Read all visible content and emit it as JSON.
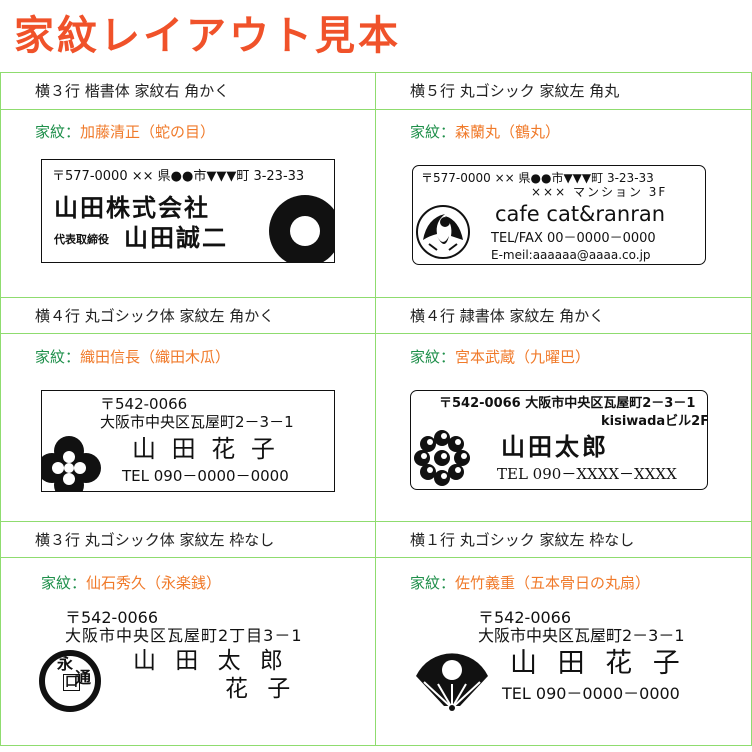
{
  "page_title": "家紋レイアウト見本",
  "cells": [
    {
      "header": "横３行 楷書体 家紋右 角かく",
      "label_key": "家紋：",
      "label_value": "加藤清正（蛇の目）",
      "lines": [
        "〒577-0000 ×× 県●●市▼▼▼町 3-23-33",
        "山田株式会社",
        "代表取締役",
        "山田誠二"
      ]
    },
    {
      "header": "横５行 丸ゴシック 家紋左 角丸",
      "label_key": "家紋：",
      "label_value": "森蘭丸（鶴丸）",
      "lines": [
        "〒577-0000 ×× 県●●市▼▼▼町 3-23-33",
        "××× マンション 3F",
        "cafe cat&ranran",
        "TEL/FAX 00－0000－0000",
        "E-meil:aaaaaa@aaaa.co.jp"
      ]
    },
    {
      "header": "横４行 丸ゴシック体 家紋左 角かく",
      "label_key": "家紋：",
      "label_value": "織田信長（織田木瓜）",
      "lines": [
        "〒542-0066",
        "大阪市中央区瓦屋町2－3－1",
        "山 田 花 子",
        "TEL 090－0000－0000"
      ]
    },
    {
      "header": "横４行 隷書体 家紋左 角かく",
      "label_key": "家紋：",
      "label_value": "宮本武蔵（九曜巴）",
      "lines": [
        "〒542-0066 大阪市中央区瓦屋町2－3－1",
        "kisiwadaビル2F",
        "山田太郎",
        "TEL 090－XXXX－XXXX"
      ]
    },
    {
      "header": "横３行 丸ゴシック体 家紋左 枠なし",
      "label_key": "家紋：",
      "label_value": "仙石秀久（永楽銭）",
      "lines": [
        "〒542-0066",
        "大阪市中央区瓦屋町2丁目3－1",
        "山 田 太 郎",
        "花 子"
      ],
      "crest_chars": [
        "永",
        "口",
        "通"
      ]
    },
    {
      "header": "横１行 丸ゴシック 家紋左 枠なし",
      "label_key": "家紋：",
      "label_value": "佐竹義重（五本骨日の丸扇）",
      "lines": [
        "〒542-0066",
        "大阪市中央区瓦屋町2－3－1",
        "山 田 花 子",
        "TEL 090－0000－0000"
      ]
    }
  ]
}
